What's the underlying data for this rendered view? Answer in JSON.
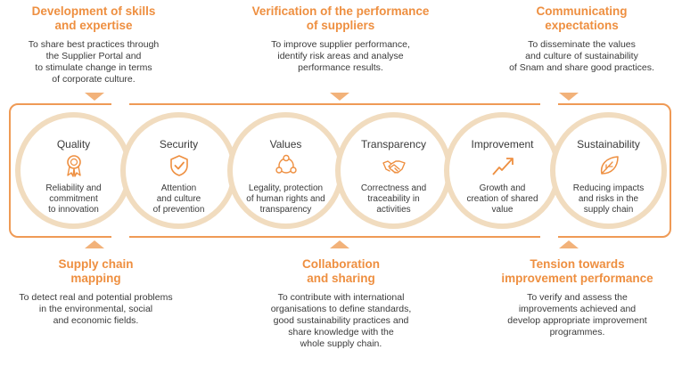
{
  "top": [
    {
      "title": "Development of skills\nand expertise",
      "desc": "To share best practices through\nthe Supplier Portal and\nto stimulate change in terms\nof corporate culture."
    },
    {
      "title": "Verification of the performance\nof suppliers",
      "desc": "To improve supplier performance,\nidentify risk areas and analyse\nperformance results."
    },
    {
      "title": "Communicating\nexpectations",
      "desc": "To disseminate the values\nand culture of sustainability\nof Snam and share good practices."
    }
  ],
  "values": [
    {
      "name": "Quality",
      "icon": "award-ribbon-icon",
      "desc": "Reliability and\ncommitment\nto innovation"
    },
    {
      "name": "Security",
      "icon": "shield-check-icon",
      "desc": "Attention\nand culture\nof prevention"
    },
    {
      "name": "Values",
      "icon": "people-network-icon",
      "desc": "Legality, protection\nof human rights and\ntransparency"
    },
    {
      "name": "Transparency",
      "icon": "handshake-icon",
      "desc": "Correctness and\ntraceability in\nactivities"
    },
    {
      "name": "Improvement",
      "icon": "trend-up-arrow-icon",
      "desc": "Growth and\ncreation of shared\nvalue"
    },
    {
      "name": "Sustainability",
      "icon": "leaf-icon",
      "desc": "Reducing impacts\nand risks in the\nsupply chain"
    }
  ],
  "bottom": [
    {
      "title": "Supply chain\nmapping",
      "desc": "To detect real and potential problems\nin the environmental, social\nand economic fields."
    },
    {
      "title": "Collaboration\nand sharing",
      "desc": "To contribute with international\norganisations to define standards,\ngood sustainability practices and\nshare knowledge with the\nwhole supply chain."
    },
    {
      "title": "Tension towards\nimprovement performance",
      "desc": "To verify and assess the\nimprovements achieved and\ndevelop appropriate improvement\nprogrammes."
    }
  ],
  "colors": {
    "accent": "#ee8f40",
    "ring": "#f1dcbf",
    "frame": "#ef9a55",
    "triangle": "#f2b27a"
  }
}
